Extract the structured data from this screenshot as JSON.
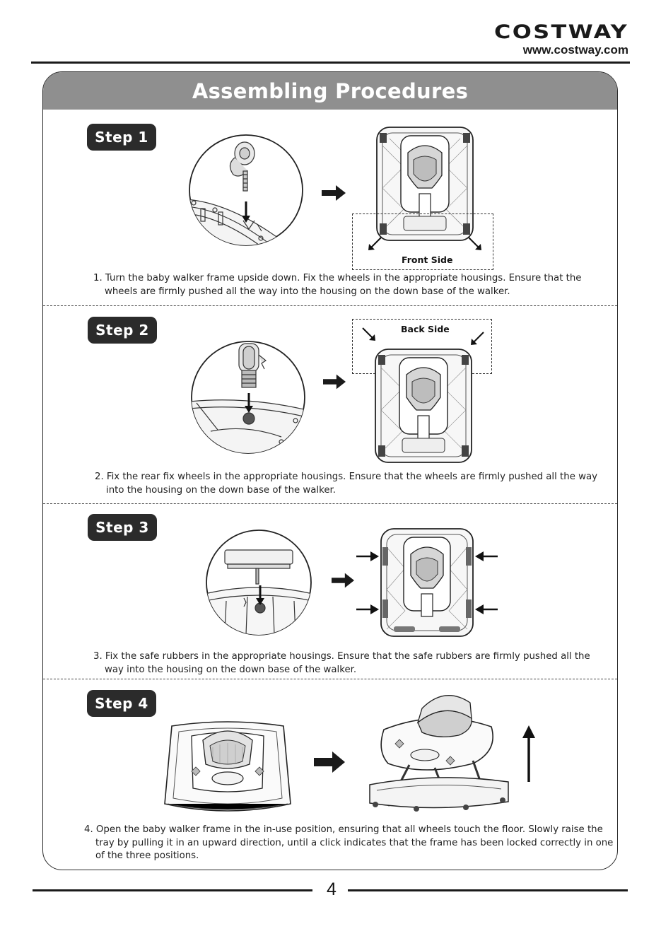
{
  "header": {
    "brand": "COSTWAY",
    "url": "www.costway.com"
  },
  "banner": {
    "title": "Assembling Procedures"
  },
  "steps": [
    {
      "badge": "Step 1",
      "label": "Front Side",
      "line1": "1. Turn the baby walker frame upside down. Fix the wheels in the appropriate housings. Ensure that the",
      "line2": "wheels are firmly pushed all the way into the housing on the down base of the walker."
    },
    {
      "badge": "Step 2",
      "label": "Back Side",
      "line1": "2. Fix the rear fix wheels in the appropriate housings. Ensure that the wheels are firmly pushed all the way",
      "line2": "into the housing on the down base of the walker."
    },
    {
      "badge": "Step 3",
      "line1": "3. Fix the safe rubbers in the appropriate housings. Ensure that the safe rubbers are firmly pushed all the",
      "line2": "way into the housing on the down base of the walker."
    },
    {
      "badge": "Step 4",
      "line1": "4. Open the baby walker frame in the in-use position, ensuring that all wheels touch the floor. Slowly raise the",
      "line2": "tray by pulling it in an upward direction, until a click indicates that the frame has been locked correctly in one",
      "line3": "of the three positions."
    }
  ],
  "footer": {
    "page_number": "4"
  },
  "colors": {
    "banner": "#8f8f8f",
    "badge": "#2b2b2b",
    "ink": "#1a1a1a"
  }
}
